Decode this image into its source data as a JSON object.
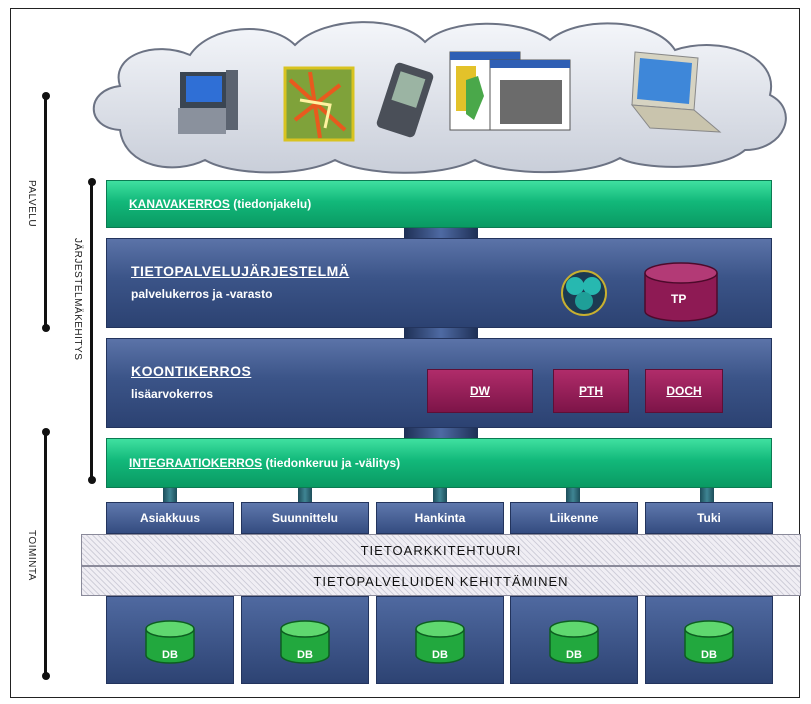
{
  "side_labels": {
    "palvelu": "PALVELU",
    "jarjestelma": "JÄRJESTELMÄKEHITYS",
    "toiminta": "TOIMINTA"
  },
  "layers": {
    "kanava": {
      "title": "KANAVAKERROS",
      "sub": "(tiedonjakelu)"
    },
    "tietopalvelu": {
      "title": "TIETOPALVELUJÄRJESTELMÄ",
      "sub": "palvelukerros ja -varasto",
      "store_label": "TP"
    },
    "koonti": {
      "title": "KOONTIKERROS",
      "sub": "lisäarvokerros",
      "boxes": [
        "DW",
        "PTH",
        "DOCH"
      ]
    },
    "integraatio": {
      "title": "INTEGRAATIOKERROS",
      "sub": "(tiedonkeruu ja -välitys)"
    }
  },
  "columns": [
    "Asiakkuus",
    "Suunnittelu",
    "Hankinta",
    "Liikenne",
    "Tuki"
  ],
  "bands": {
    "arkkitehtuuri": "TIETOARKKITEHTUURI",
    "kehittaminen": "TIETOPALVELUIDEN KEHITTÄMINEN"
  },
  "db_label": "DB",
  "colors": {
    "green": "#12b87a",
    "blue": "#3b5488",
    "magenta": "#8e1a54",
    "db_green": "#2fb84a"
  }
}
